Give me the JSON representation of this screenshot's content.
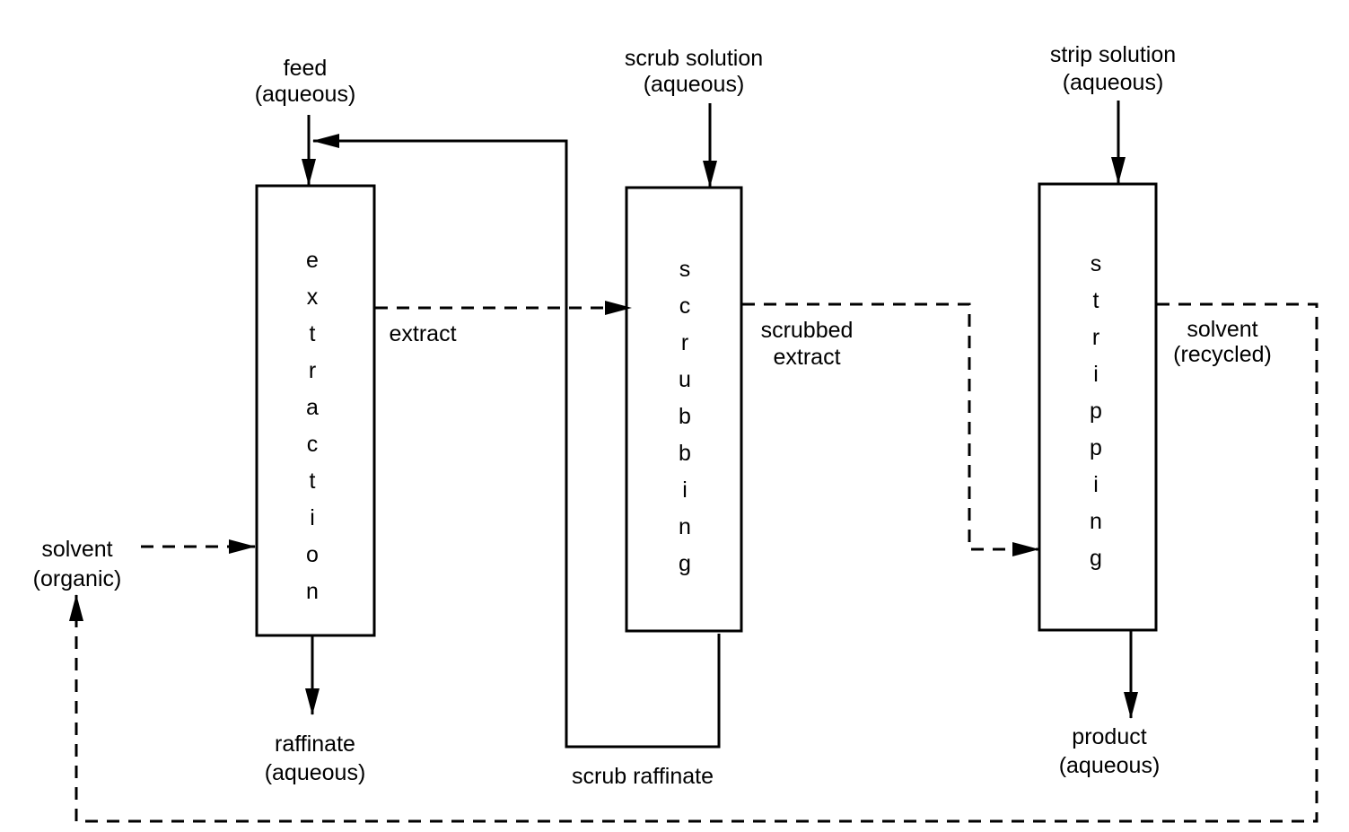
{
  "units": [
    {
      "id": "extraction",
      "label": "extraction"
    },
    {
      "id": "scrubbing",
      "label": "scrubbing"
    },
    {
      "id": "stripping",
      "label": "stripping"
    }
  ],
  "streams": {
    "feed": [
      "feed",
      "(aqueous)"
    ],
    "scrub_solution": [
      "scrub solution",
      "(aqueous)"
    ],
    "strip_solution": [
      "strip solution",
      "(aqueous)"
    ],
    "extract": [
      "extract"
    ],
    "scrubbed_extract": [
      "scrubbed",
      "extract"
    ],
    "solvent_recycled": [
      "solvent",
      "(recycled)"
    ],
    "solvent_organic": [
      "solvent",
      "(organic)"
    ],
    "raffinate": [
      "raffinate",
      "(aqueous)"
    ],
    "scrub_raffinate": [
      "scrub raffinate"
    ],
    "product": [
      "product",
      "(aqueous)"
    ]
  }
}
